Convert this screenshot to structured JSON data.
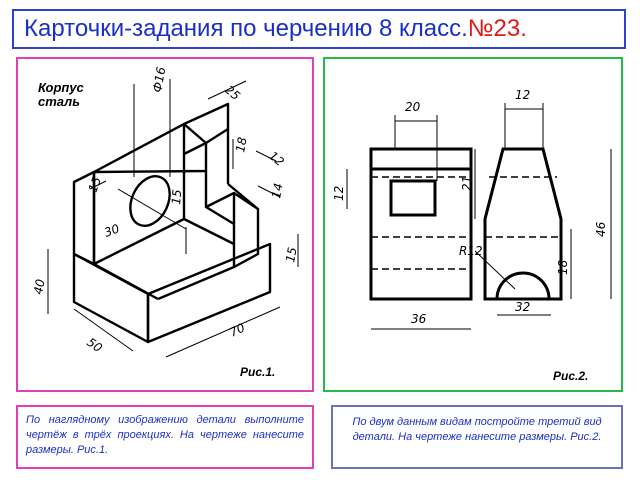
{
  "header": {
    "title": "Карточки-задания по черчению 8 класс.",
    "number": "№23."
  },
  "left_panel": {
    "part_name": "Корпус",
    "material": "сталь",
    "figure_caption": "Рис.1.",
    "dimensions": {
      "d16": "Ф16",
      "d25": "25",
      "d18": "18",
      "d12": "12",
      "d14": "14",
      "d15a": "15",
      "d15b": "15",
      "d15c": "15",
      "d30": "30",
      "d40": "40",
      "d50": "50",
      "d70": "70"
    }
  },
  "right_panel": {
    "figure_caption": "Рис.2.",
    "dimensions": {
      "d20": "20",
      "d12top": "12",
      "d12left": "12",
      "d21": "21",
      "d46": "46",
      "r12": "R12",
      "d18": "18",
      "d36": "36",
      "d32": "32"
    }
  },
  "tasks": {
    "left": "По наглядному изображению детали выполните чертёж в трёх проекциях. На чертеже нанесите размеры. Рис.1.",
    "right": "По двум данным видам постройте третий вид детали. На чертеже нанесите размеры. Рис.2."
  },
  "colors": {
    "title_text": "#1a2fc8",
    "title_number": "#e01818",
    "left_border": "#e03fb8",
    "right_border": "#25b84a"
  }
}
